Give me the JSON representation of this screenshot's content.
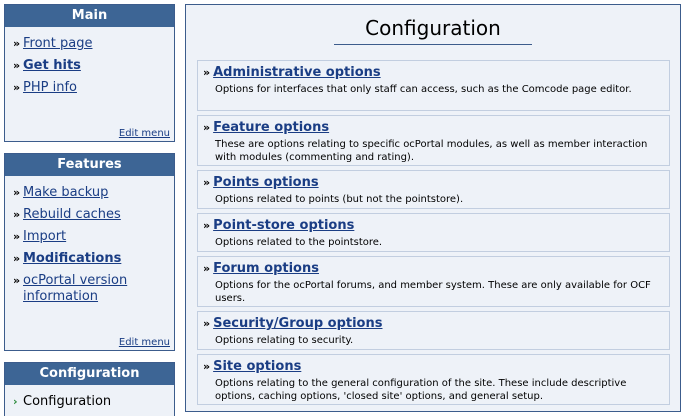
{
  "sidebar": {
    "main": {
      "title": "Main",
      "items": [
        {
          "label": "Front page",
          "bold": false
        },
        {
          "label": "Get hits",
          "bold": true
        },
        {
          "label": "PHP info",
          "bold": false
        }
      ],
      "edit_menu": "Edit menu"
    },
    "features": {
      "title": "Features",
      "items": [
        {
          "label": "Make backup",
          "bold": false
        },
        {
          "label": "Rebuild caches",
          "bold": false
        },
        {
          "label": "Import",
          "bold": false
        },
        {
          "label": "Modifications",
          "bold": true
        },
        {
          "label": "ocPortal version information",
          "bold": false
        }
      ],
      "edit_menu": "Edit menu"
    },
    "configuration": {
      "title": "Configuration",
      "items": [
        {
          "label": "Configuration",
          "current": true
        }
      ]
    }
  },
  "main": {
    "title": "Configuration",
    "options": [
      {
        "title": "Administrative options",
        "description": "Options for interfaces that only staff can access, such as the Comcode page editor."
      },
      {
        "title": "Feature options",
        "description": "These are options relating to specific ocPortal modules, as well as member interaction with modules (commenting and rating)."
      },
      {
        "title": "Points options",
        "description": "Options related to points (but not the pointstore)."
      },
      {
        "title": "Point-store options",
        "description": "Options related to the pointstore."
      },
      {
        "title": "Forum options",
        "description": "Options for the ocPortal forums, and member system. These are only available for OCF users."
      },
      {
        "title": "Security/Group options",
        "description": "Options relating to security."
      },
      {
        "title": "Site options",
        "description": "Options relating to the general configuration of the site. These include descriptive options, caching options, 'closed site' options, and general setup."
      }
    ]
  },
  "colors": {
    "panel_header": "#3d6595",
    "panel_background": "#eef2f8",
    "link": "#1a3d84",
    "border": "#3c5c8c",
    "current_bullet": "#2a8a3a"
  },
  "icons": {
    "bullet": "»",
    "current_marker": "›"
  }
}
